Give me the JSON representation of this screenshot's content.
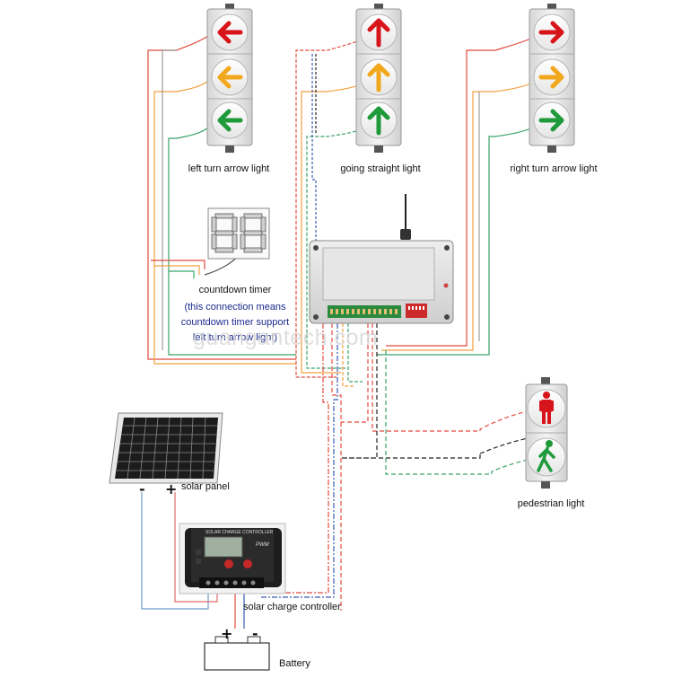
{
  "labels": {
    "left_light": "left turn arrow light",
    "straight_light": "going straight light",
    "right_light": "right turn arrow light",
    "countdown": "countdown timer",
    "note_line1": "(this connection means",
    "note_line2": "countdown timer support",
    "note_line3": "left turn arrow light)",
    "pedestrian": "pedestrian light",
    "solar_panel": "solar panel",
    "charge_controller": "solar charge controller",
    "battery": "Battery",
    "panel_minus": "-",
    "panel_plus": "+",
    "battery_plus": "+",
    "battery_minus": "-"
  },
  "watermark": "guangantech.com",
  "controller_screen": {
    "header": "SOLAR CHARGE CONTROLLER",
    "pwm": "PWM"
  },
  "colors": {
    "red": "#d8141b",
    "amber": "#f2a81c",
    "green": "#1f9a3a",
    "wire_red": "#e24b3f",
    "wire_orange": "#f0a040",
    "wire_green": "#3aa46a",
    "wire_blue": "#3b5bb0",
    "wire_black": "#222222"
  },
  "icons": {
    "left_signal": [
      "left-arrow-icon",
      "left-arrow-icon",
      "left-arrow-icon"
    ],
    "straight_signal": [
      "up-arrow-icon",
      "up-arrow-icon",
      "up-arrow-icon"
    ],
    "right_signal": [
      "right-arrow-icon",
      "right-arrow-icon",
      "right-arrow-icon"
    ],
    "pedestrian": [
      "standing-person-icon",
      "walking-person-icon"
    ]
  }
}
